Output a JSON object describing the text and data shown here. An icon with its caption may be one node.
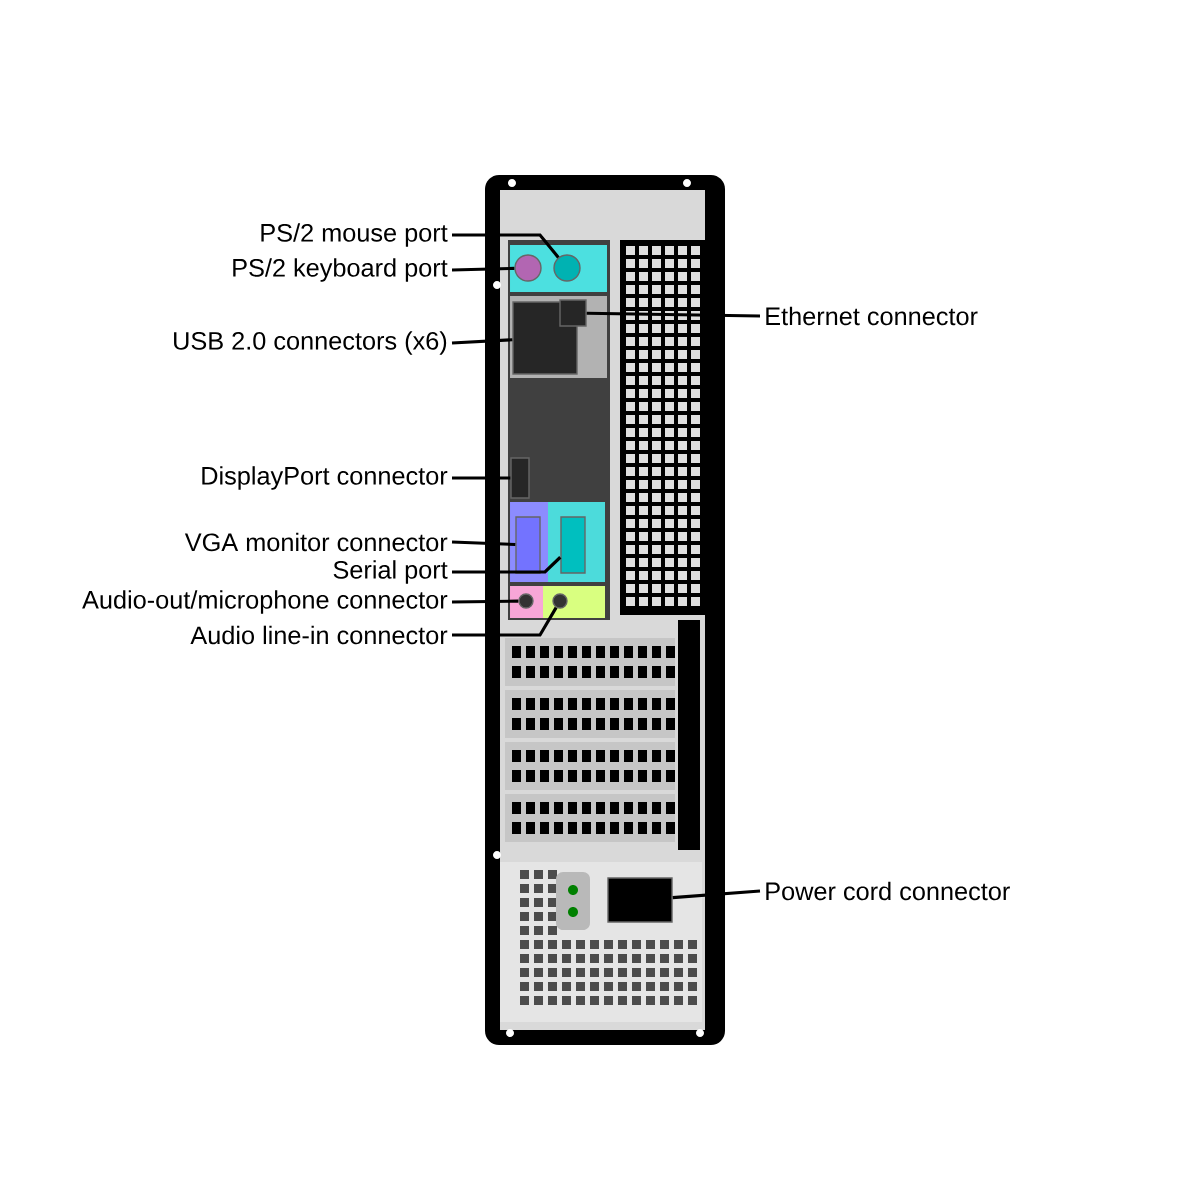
{
  "diagram": {
    "nodes": [
      {
        "text": [
          "PS/2 mouse port"
        ]
      },
      {
        "text": [
          "PS/2 keyboard port"
        ]
      },
      {
        "text": [
          "USB 2.0 connectors (x6)"
        ]
      },
      {
        "text": [
          "DisplayPort connector"
        ]
      },
      {
        "text": [
          "VGA monitor connector"
        ]
      },
      {
        "text": [
          "Serial port"
        ]
      },
      {
        "text": [
          "Audio-out/microphone connector"
        ]
      },
      {
        "text": [
          "Audio line-in connector"
        ]
      },
      {
        "text": [
          "Ethernet connector"
        ]
      },
      {
        "text": [
          "Power cord connector"
        ]
      },
      {
        "text": [],
        "shape": "circle"
      },
      {
        "text": [],
        "shape": "circle"
      },
      {
        "text": [],
        "shape": "box"
      },
      {
        "text": [],
        "shape": "box"
      },
      {
        "text": [],
        "shape": "box"
      },
      {
        "text": [],
        "shape": "box"
      },
      {
        "text": [],
        "shape": "circle"
      },
      {
        "text": [],
        "shape": "circle"
      },
      {
        "text": [],
        "shape": "box"
      },
      {
        "text": [],
        "shape": "box"
      }
    ],
    "edges": [
      {
        "from": 0,
        "to": 10,
        "arrow": "none"
      },
      {
        "from": 1,
        "to": 11,
        "arrow": "none"
      },
      {
        "from": 2,
        "to": 12,
        "arrow": "none"
      },
      {
        "from": 3,
        "to": 13,
        "arrow": "none"
      },
      {
        "from": 4,
        "to": 14,
        "arrow": "none"
      },
      {
        "from": 5,
        "to": 15,
        "arrow": "none"
      },
      {
        "from": 6,
        "to": 16,
        "arrow": "none"
      },
      {
        "from": 7,
        "to": 17,
        "arrow": "none"
      },
      {
        "from": 8,
        "to": 18,
        "arrow": "none"
      },
      {
        "from": 9,
        "to": 19,
        "arrow": "none"
      }
    ]
  }
}
